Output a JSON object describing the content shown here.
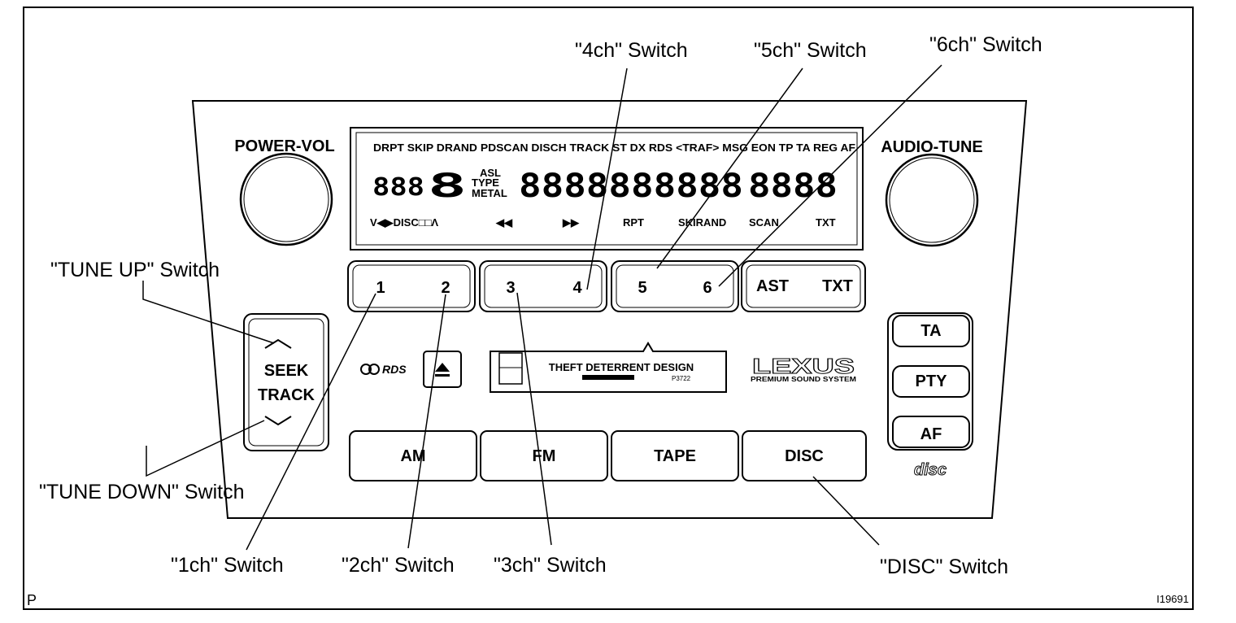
{
  "callouts": {
    "ch4": "\"4ch\" Switch",
    "ch5": "\"5ch\" Switch",
    "ch6": "\"6ch\" Switch",
    "tune_up": "\"TUNE UP\" Switch",
    "tune_down": "\"TUNE DOWN\" Switch",
    "ch1": "\"1ch\" Switch",
    "ch2": "\"2ch\" Switch",
    "ch3": "\"3ch\" Switch",
    "disc": "\"DISC\" Switch"
  },
  "knobs": {
    "power_vol": "POWER-VOL",
    "audio_tune": "AUDIO-TUNE"
  },
  "display": {
    "top_row": "DRPT SKIP DRAND PDSCAN  DISCH  TRACK  ST DX RDS <TRAF> MSG EON TP TA REG AF",
    "asl": "ASL",
    "type": "TYPE",
    "metal": "METAL",
    "digits_small": "888",
    "digits_big": "8",
    "digits_main": "8888888888",
    "digits_right": "8888",
    "bottom_left": "V◀▶DISC□□Λ",
    "rew": "◀◀",
    "ff": "▶▶",
    "rpt": "RPT",
    "skirand": "SKIRAND",
    "scan": "SCAN",
    "txt": "TXT"
  },
  "presets": {
    "b1": "1",
    "b2": "2",
    "b3": "3",
    "b4": "4",
    "b5": "5",
    "b6": "6",
    "ast": "AST",
    "txt": "TXT"
  },
  "seek": {
    "seek": "SEEK",
    "track": "TRACK"
  },
  "middle": {
    "rds": "RDS",
    "theft_title": "THEFT DETERRENT DESIGN",
    "theft_code": "P3722",
    "lexus": "LEXUS",
    "premium": "PREMIUM SOUND SYSTEM"
  },
  "side_buttons": {
    "ta": "TA",
    "pty": "PTY",
    "af": "AF"
  },
  "source_buttons": {
    "am": "AM",
    "fm": "FM",
    "tape": "TAPE",
    "disc": "DISC"
  },
  "disc_logo": "disc",
  "corner": {
    "p": "P",
    "ref": "I19691"
  }
}
